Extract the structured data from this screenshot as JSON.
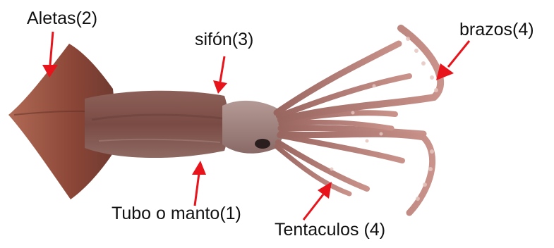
{
  "labels": {
    "aletas": "Aletas(2)",
    "sifon": "sifón(3)",
    "brazos": "brazos(4)",
    "tubo": "Tubo o manto(1)",
    "tentaculos": "Tentaculos (4)"
  },
  "colors": {
    "arrow": "#e8141c",
    "fin": "#8a4536",
    "mantle": "#7a4b44",
    "head": "#9a7b78",
    "tentacle": "#b07a72",
    "sucker": "#e6c6c0",
    "text": "#111111"
  }
}
